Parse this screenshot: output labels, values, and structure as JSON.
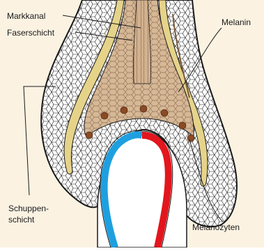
{
  "labels": {
    "markkanal": "Markkanal",
    "faserschicht": "Faserschicht",
    "melanin": "Melanin",
    "schuppenschicht_line1": "Schuppen-",
    "schuppenschicht_line2": "schicht",
    "melanozyten": "Melanozyten"
  },
  "colors": {
    "background": "#fbf2e2",
    "cell_fill": "#ffffff",
    "outline": "#1a1a1a",
    "hair_fiber": "#c9a684",
    "hair_fiber_dark": "#8a6a4a",
    "inner_sheath": "#e6d38a",
    "melanocyte": "#8b4a24",
    "artery": "#e3151d",
    "vein": "#1ea0e0"
  }
}
